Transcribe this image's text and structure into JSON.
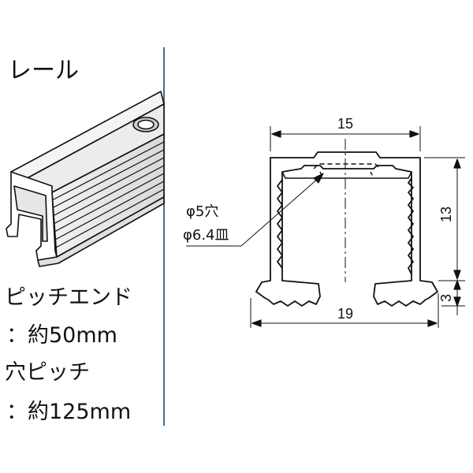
{
  "title": "レール",
  "notes": {
    "pitch_end_label": "ピッチエンド",
    "pitch_end_value": "：約50mm",
    "hole_pitch_label": "穴ピッチ",
    "hole_pitch_value": "：約125mm"
  },
  "dimensions": {
    "top_width": "15",
    "bottom_width": "19",
    "body_height": "13",
    "flange_height": "3",
    "hole_label_1": "φ5穴",
    "hole_label_2": "φ6.4皿"
  },
  "colors": {
    "divider": "#4a6a92",
    "line": "#111111"
  }
}
